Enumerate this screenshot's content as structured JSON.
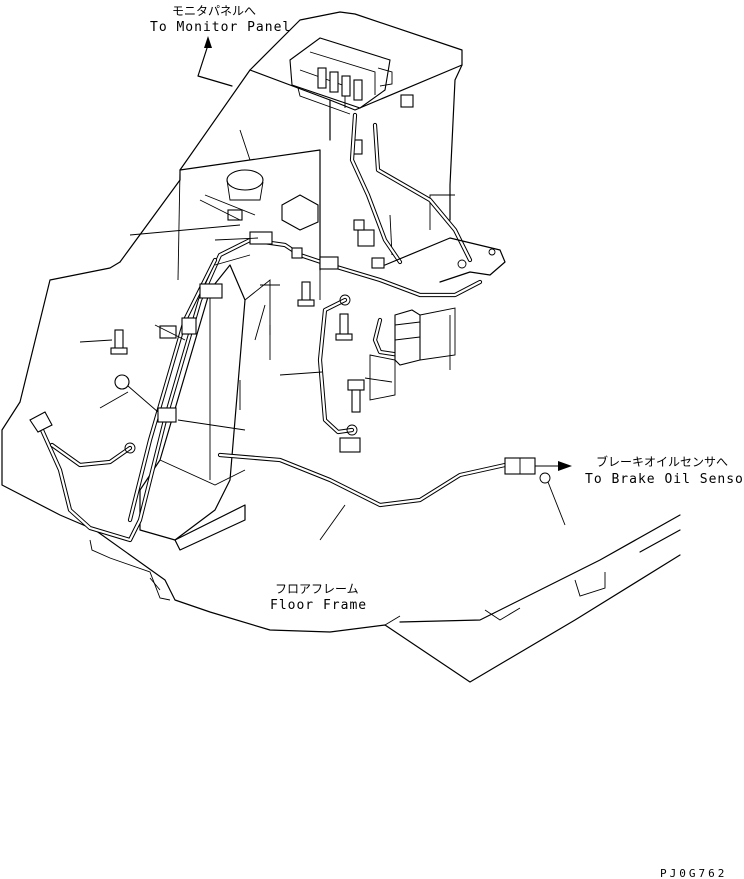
{
  "labels": {
    "monitor_jp": "モニタパネルへ",
    "monitor_en": "To Monitor Panel",
    "brake_jp": "ブレーキオイルセンサへ",
    "brake_en": "To Brake Oil Sensor",
    "floor_jp": "フロアフレーム",
    "floor_en": "Floor Frame"
  },
  "drawing_code": "PJ0G762"
}
